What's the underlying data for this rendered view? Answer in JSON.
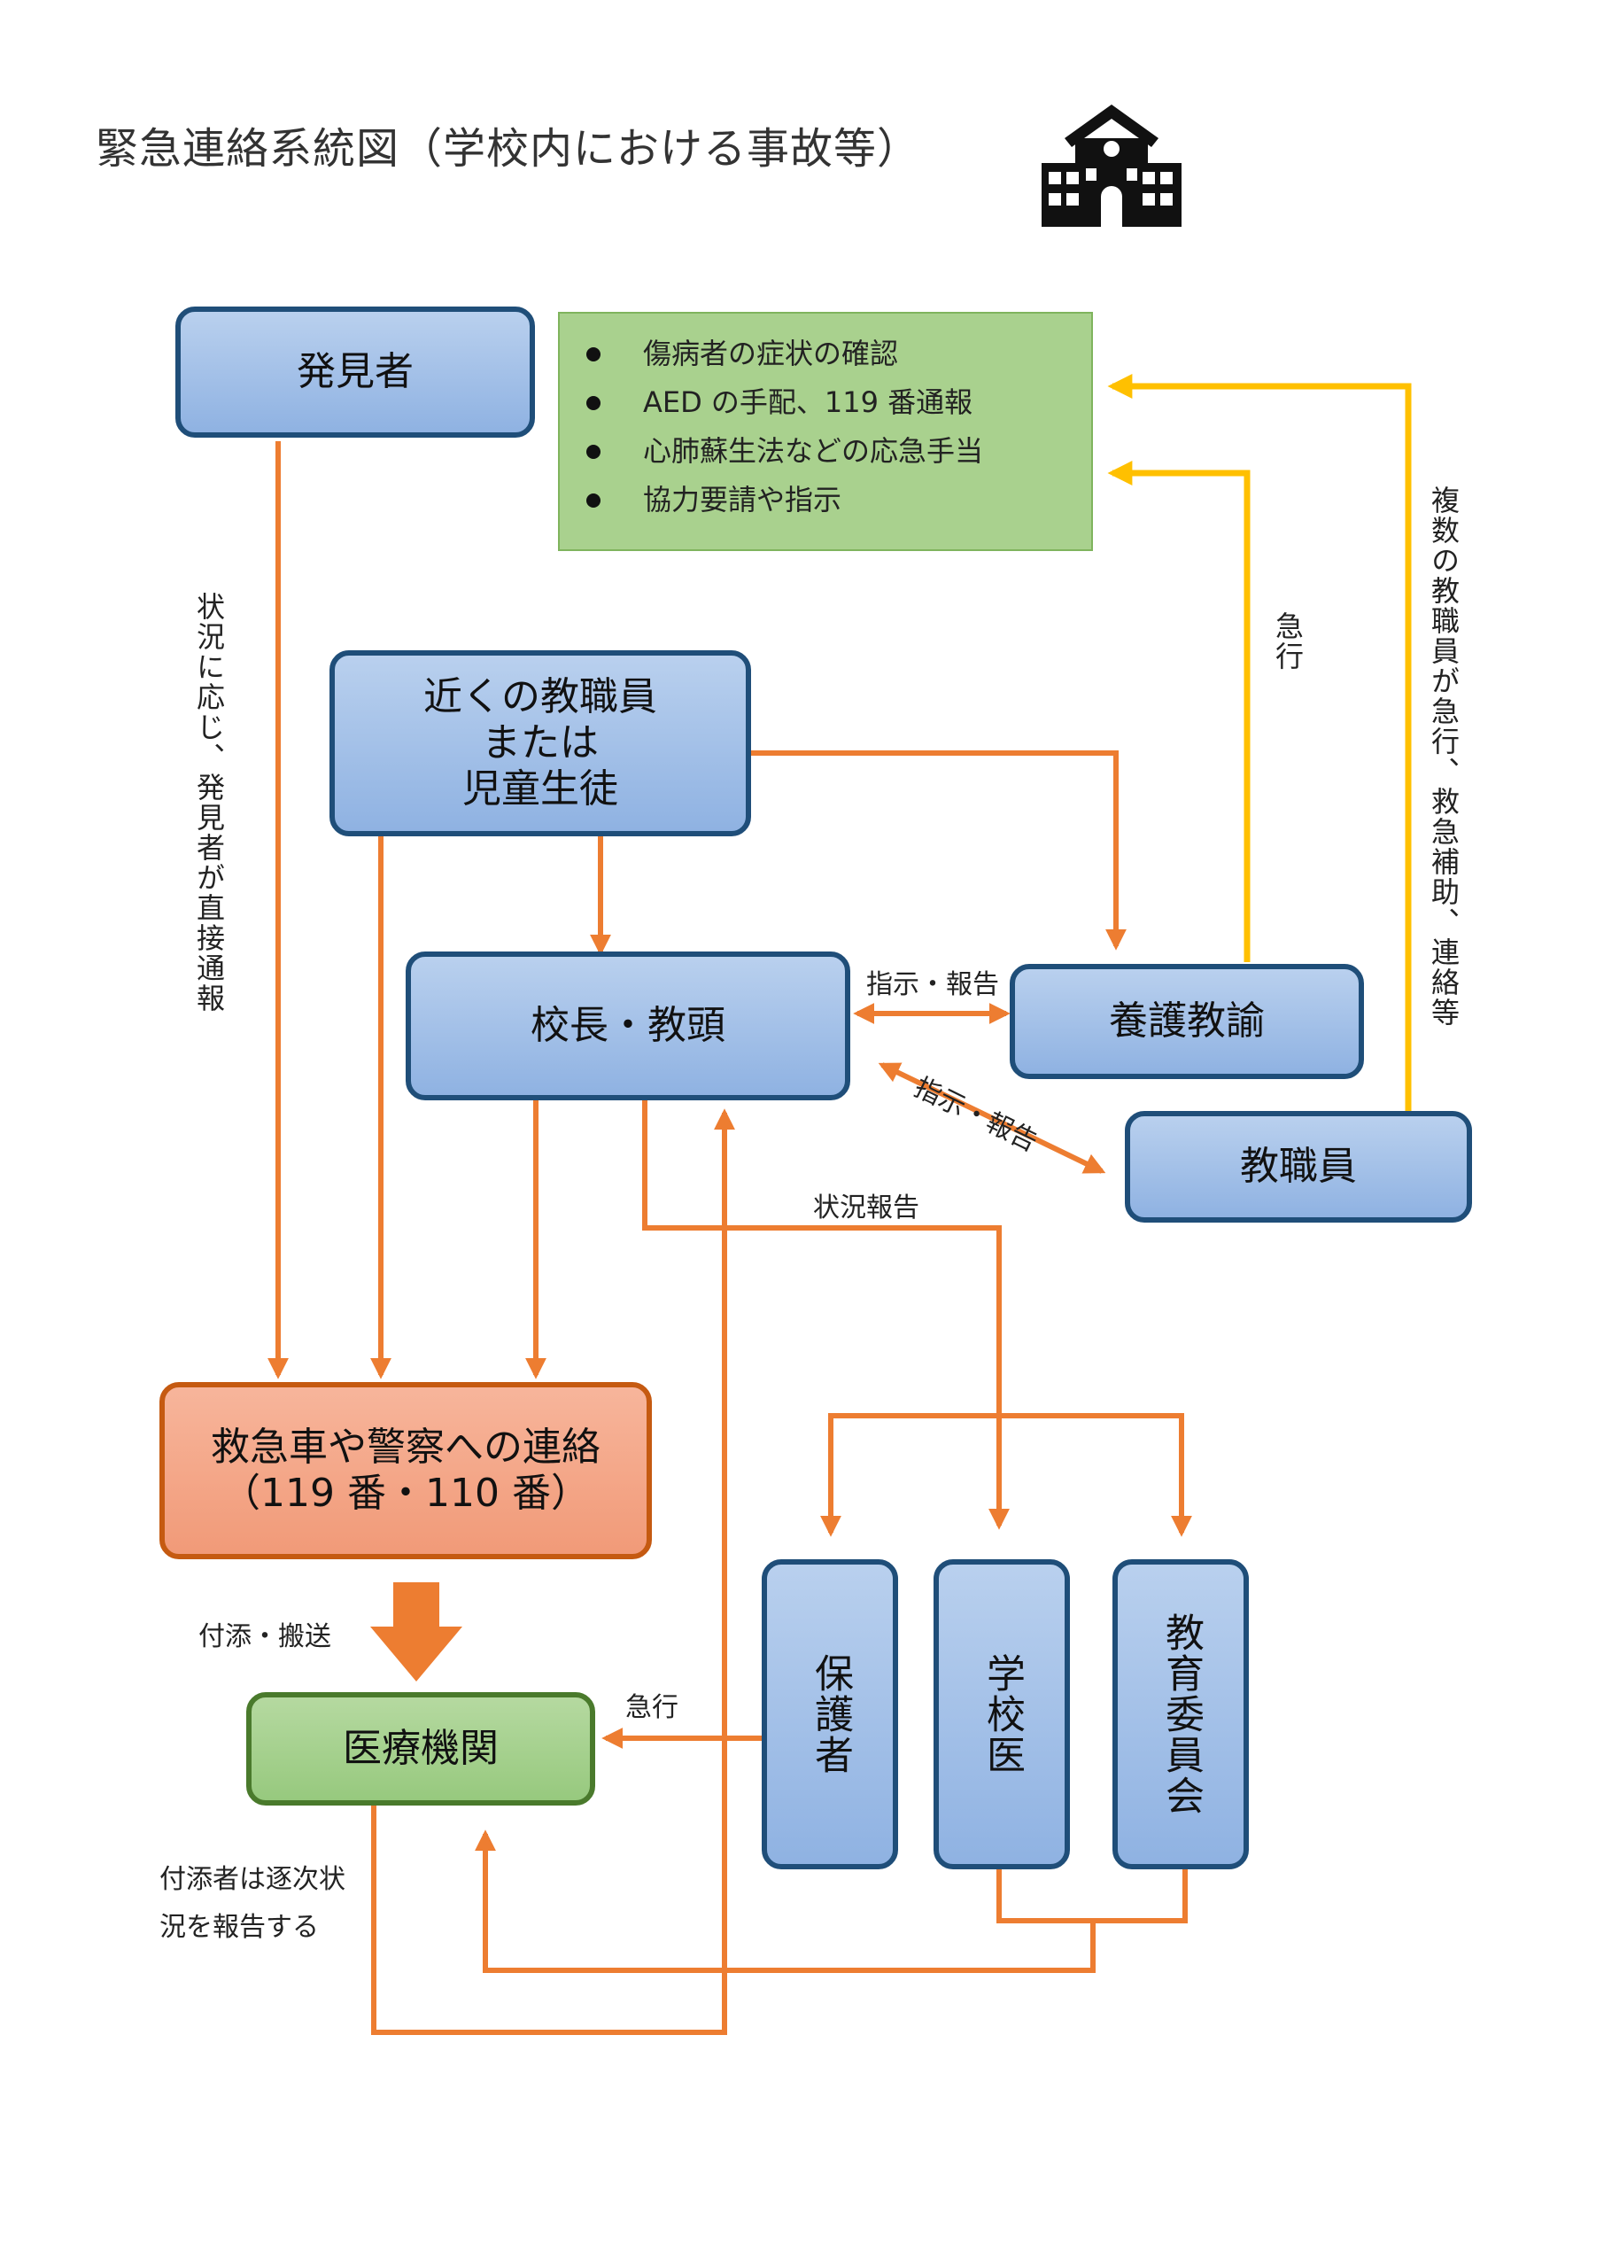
{
  "title": "緊急連絡系統図（学校内における事故等）",
  "nodes": {
    "discoverer": "発見者",
    "nearby_staff": [
      "近くの教職員",
      "または",
      "児童生徒"
    ],
    "principal": "校長・教頭",
    "nurse": "養護教諭",
    "staff": "教職員",
    "emergency_call": [
      "救急車や警察への連絡",
      "（119 番・110 番）"
    ],
    "medical": "医療機関",
    "guardian": "保護者",
    "school_doctor": "学校医",
    "board_of_education": "教育委員会"
  },
  "checklist": [
    "傷病者の症状の確認",
    "AED の手配、119 番通報",
    "心肺蘇生法などの応急手当",
    "協力要請や指示"
  ],
  "labels": {
    "direct_report": "状況に応じ、発見者が直接通報",
    "nurse_rush": "急行",
    "multi_staff": "複数の教職員が急行、救急補助、連絡等",
    "instruct_report_1": "指示・報告",
    "instruct_report_2": "指示・報告",
    "status_report": "状況報告",
    "escort_transport": "付添・搬送",
    "guardian_rush": "急行",
    "attendant_note": [
      "付添者は逐次状",
      "況を報告する"
    ]
  },
  "icons": {
    "school": "school-building-icon"
  },
  "colors": {
    "orange_arrow": "#ed7d31",
    "yellow_arrow": "#ffc000",
    "blue_border": "#1f4e79",
    "orange_border": "#c55a11",
    "green_border": "#4a7a2c"
  }
}
